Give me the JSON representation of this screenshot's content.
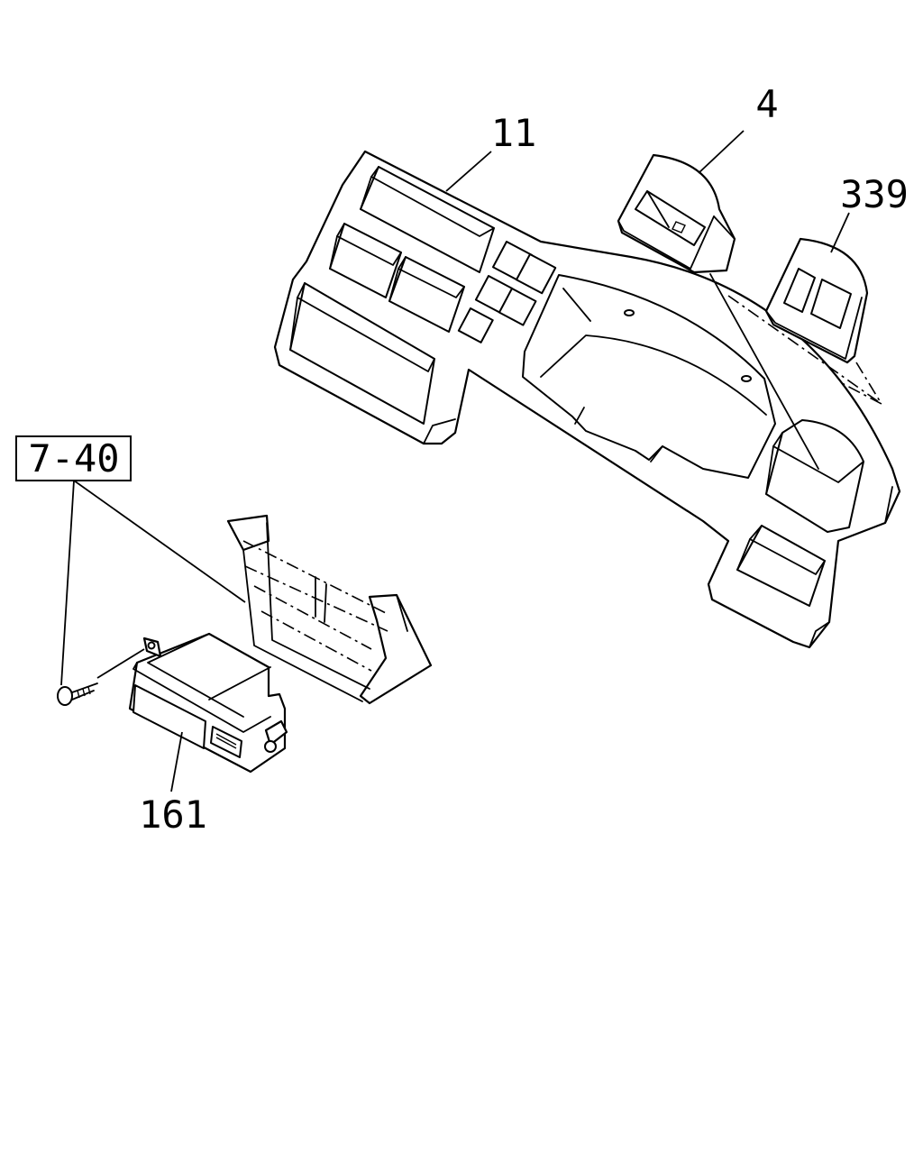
{
  "callouts": {
    "part_11": "11",
    "part_4": "4",
    "part_339": "339",
    "part_161": "161",
    "ref_7_40": "7-40"
  }
}
